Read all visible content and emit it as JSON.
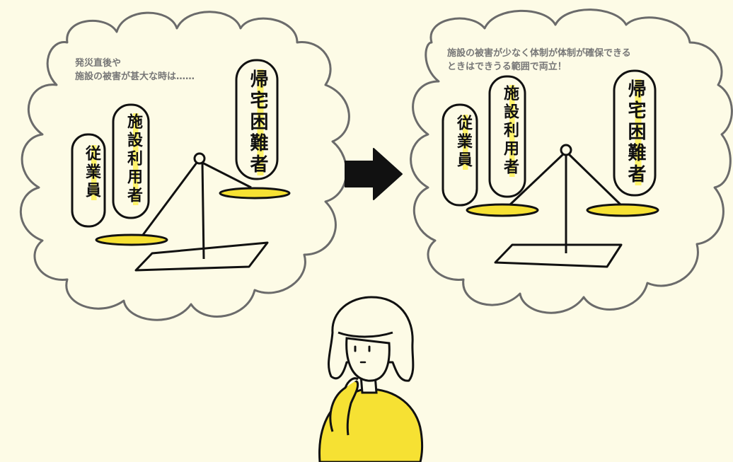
{
  "left_bubble": {
    "caption_line1": "発災直後や",
    "caption_line2": "施設の被害が甚大な時は……",
    "labels": {
      "employees": "従業員",
      "facility_users": "施設利用者",
      "stranded": "帰宅困難者"
    }
  },
  "right_bubble": {
    "caption_line1": "施設の被害が少なく体制が体制が確保できる",
    "caption_line2": "ときはできうる範囲で両立！",
    "labels": {
      "employees": "従業員",
      "facility_users": "施設利用者",
      "stranded": "帰宅困難者"
    }
  },
  "colors": {
    "background": "#fdfbe6",
    "bubble_stroke": "#6b6b6b",
    "accent_yellow": "#f6e133",
    "ink": "#111111",
    "caption_text": "#777777"
  },
  "icons": {
    "arrow": "right-arrow-icon",
    "person": "thinking-person-illustration",
    "scale": "balance-scale-illustration"
  }
}
